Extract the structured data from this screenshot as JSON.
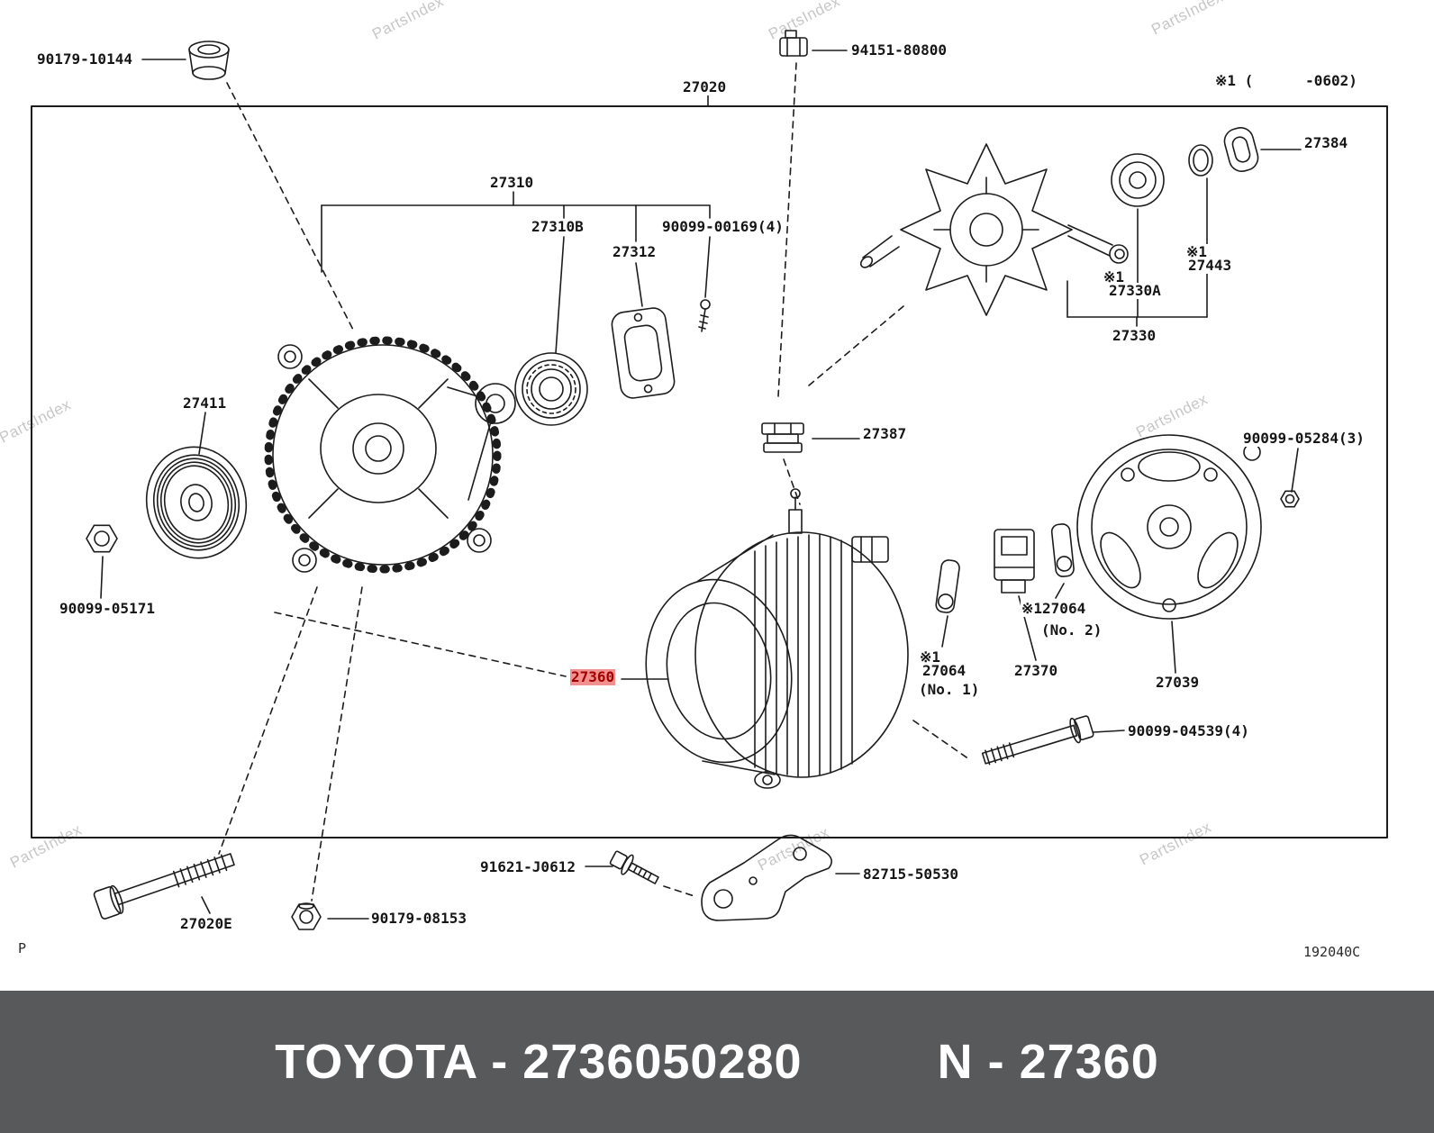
{
  "watermark": "PartsIndex",
  "top_right_note": "※1 (      -0602)",
  "corner_marks": {
    "bottom_left": "P",
    "bottom_right": "192040C"
  },
  "footer": {
    "title": "TOYOTA - 2736050280",
    "reference": "N - 27360"
  },
  "colors": {
    "highlight_bg": "#f29090",
    "highlight_text": "#a00000",
    "banner_bg": "#58595b",
    "line": "#1c1c1c",
    "watermark": "#c7c7c7"
  },
  "notes": {
    "ref1": "※1"
  },
  "parts": {
    "p90179_10144": "90179-10144",
    "p94151_80800": "94151-80800",
    "p27020": "27020",
    "p27384": "27384",
    "p27310": "27310",
    "p27310B": "27310B",
    "p90099_00169": "90099-00169(4)",
    "p27312": "27312",
    "p27443": "27443",
    "p27330A": "27330A",
    "p27330": "27330",
    "p27411": "27411",
    "p27387": "27387",
    "p90099_05284": "90099-05284(3)",
    "p90099_05171": "90099-05171",
    "p27064_no2": "※127064",
    "p27064_no2_sub": "(No. 2)",
    "p27360": "27360",
    "p27064_no1": "27064",
    "p27064_no1_sub": "(No. 1)",
    "p27370": "27370",
    "p27039": "27039",
    "p90099_04539": "90099-04539(4)",
    "p91621_J0612": "91621-J0612",
    "p82715_50530": "82715-50530",
    "p27020E": "27020E",
    "p90179_08153": "90179-08153"
  }
}
